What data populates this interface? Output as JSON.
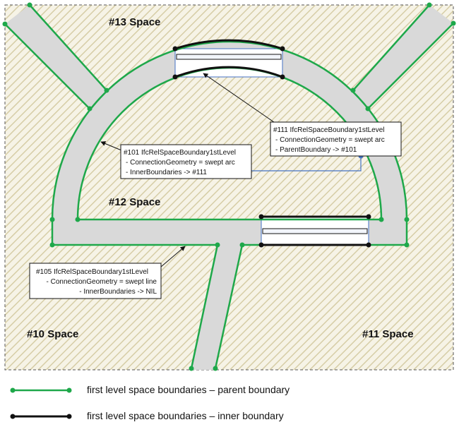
{
  "spaces": {
    "s13": "#13 Space",
    "s12": "#12 Space",
    "s10": "#10 Space",
    "s11": "#11 Space"
  },
  "notes": {
    "n111": {
      "title": "#111 IfcRelSpaceBoundary1stLevel",
      "line1": "- ConnectionGeometry = swept arc",
      "line2": "- ParentBoundary -> #101"
    },
    "n101": {
      "title": "#101 IfcRelSpaceBoundary1stLevel",
      "line1": "- ConnectionGeometry = swept arc",
      "line2": "- InnerBoundaries -> #111"
    },
    "n105": {
      "title": "#105 IfcRelSpaceBoundary1stLevel",
      "line1": "- ConnectionGeometry = swept line",
      "line2": "- InnerBoundaries -> NIL"
    }
  },
  "legend": {
    "parent": "first level space boundaries – parent boundary",
    "inner": "first level space boundaries – inner boundary"
  },
  "colors": {
    "parent_boundary": "#1ea84a",
    "inner_boundary": "#111111",
    "wall_fill": "#d9d9d9",
    "hatch": "#d6cda6",
    "link_blue": "#4472c4"
  }
}
